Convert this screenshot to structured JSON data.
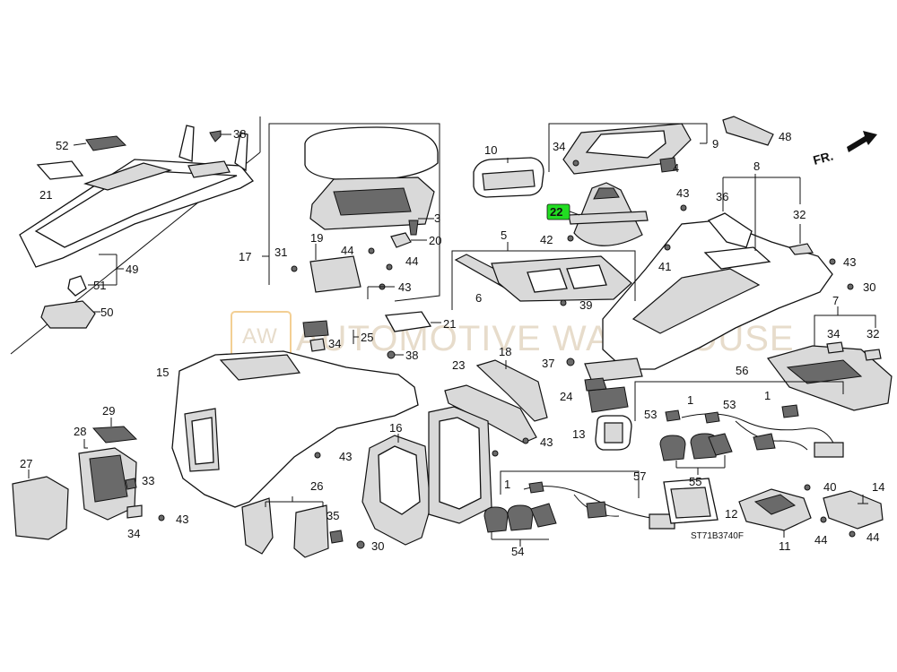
{
  "watermark": {
    "badge": "AW",
    "text": "AUTOMOTIVE WAREHOUSE"
  },
  "diagram_code": "ST71B3740F",
  "direction_label": "FR.",
  "highlight_color": "#22dd22",
  "labels": [
    {
      "id": "p52",
      "text": "52"
    },
    {
      "id": "p21a",
      "text": "21"
    },
    {
      "id": "p38a",
      "text": "38"
    },
    {
      "id": "p49",
      "text": "49"
    },
    {
      "id": "p51",
      "text": "51"
    },
    {
      "id": "p50",
      "text": "50"
    },
    {
      "id": "p17",
      "text": "17"
    },
    {
      "id": "p31",
      "text": "31"
    },
    {
      "id": "p19",
      "text": "19"
    },
    {
      "id": "p44a",
      "text": "44"
    },
    {
      "id": "p44b",
      "text": "44"
    },
    {
      "id": "p3",
      "text": "3"
    },
    {
      "id": "p20",
      "text": "20"
    },
    {
      "id": "p43a",
      "text": "43"
    },
    {
      "id": "p10",
      "text": "10"
    },
    {
      "id": "p34a",
      "text": "34"
    },
    {
      "id": "p9",
      "text": "9"
    },
    {
      "id": "p4",
      "text": "4"
    },
    {
      "id": "p48",
      "text": "48"
    },
    {
      "id": "p22",
      "text": "22",
      "highlight": true
    },
    {
      "id": "p42",
      "text": "42"
    },
    {
      "id": "p43b",
      "text": "43"
    },
    {
      "id": "p36",
      "text": "36"
    },
    {
      "id": "p32a",
      "text": "32"
    },
    {
      "id": "p8",
      "text": "8"
    },
    {
      "id": "p41",
      "text": "41"
    },
    {
      "id": "p43c",
      "text": "43"
    },
    {
      "id": "p30a",
      "text": "30"
    },
    {
      "id": "p5",
      "text": "5"
    },
    {
      "id": "p6",
      "text": "6"
    },
    {
      "id": "p39",
      "text": "39"
    },
    {
      "id": "p7",
      "text": "7"
    },
    {
      "id": "p34b",
      "text": "34"
    },
    {
      "id": "p32b",
      "text": "32"
    },
    {
      "id": "p21b",
      "text": "21"
    },
    {
      "id": "p25",
      "text": "25"
    },
    {
      "id": "p34c",
      "text": "34"
    },
    {
      "id": "p38b",
      "text": "38"
    },
    {
      "id": "p15",
      "text": "15"
    },
    {
      "id": "p18",
      "text": "18"
    },
    {
      "id": "p23",
      "text": "23"
    },
    {
      "id": "p37",
      "text": "37"
    },
    {
      "id": "p24",
      "text": "24"
    },
    {
      "id": "p56",
      "text": "56"
    },
    {
      "id": "p1a",
      "text": "1"
    },
    {
      "id": "p1b",
      "text": "1"
    },
    {
      "id": "p53a",
      "text": "53"
    },
    {
      "id": "p53b",
      "text": "53"
    },
    {
      "id": "p13",
      "text": "13"
    },
    {
      "id": "p43d",
      "text": "43"
    },
    {
      "id": "p55",
      "text": "55"
    },
    {
      "id": "p29",
      "text": "29"
    },
    {
      "id": "p28",
      "text": "28"
    },
    {
      "id": "p27",
      "text": "27"
    },
    {
      "id": "p33",
      "text": "33"
    },
    {
      "id": "p43e",
      "text": "43"
    },
    {
      "id": "p34d",
      "text": "34"
    },
    {
      "id": "p16",
      "text": "16"
    },
    {
      "id": "p43f",
      "text": "43"
    },
    {
      "id": "p26",
      "text": "26"
    },
    {
      "id": "p35",
      "text": "35"
    },
    {
      "id": "p30b",
      "text": "30"
    },
    {
      "id": "p57",
      "text": "57"
    },
    {
      "id": "p1c",
      "text": "1"
    },
    {
      "id": "p54",
      "text": "54"
    },
    {
      "id": "p12",
      "text": "12"
    },
    {
      "id": "p40",
      "text": "40"
    },
    {
      "id": "p14",
      "text": "14"
    },
    {
      "id": "p11",
      "text": "11"
    },
    {
      "id": "p44c",
      "text": "44"
    },
    {
      "id": "p44d",
      "text": "44"
    }
  ]
}
